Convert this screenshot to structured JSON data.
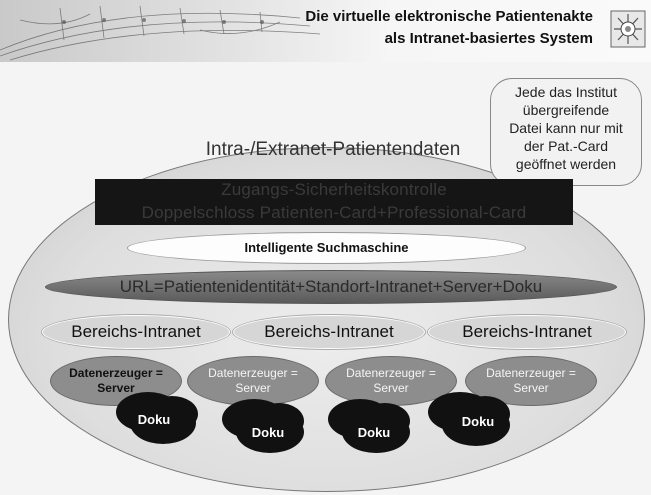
{
  "header": {
    "title_line1": "Die virtuelle elektronische Patientenakte",
    "title_line2": "als Intranet-basiertes System"
  },
  "callout": {
    "lines": [
      "Jede das  Institut",
      "übergreifende",
      "Datei kann nur mit",
      "der Pat.-Card",
      "geöffnet werden"
    ]
  },
  "diagram": {
    "patientendaten": "Intra-/Extranet-Patientendaten",
    "security_line1": "Zugangs-Sicherheitskontrolle",
    "security_line2": "Doppelschloss Patienten-Card+Professional-Card",
    "search": "Intelligente Suchmaschine",
    "url": "URL=Patientenidentität+Standort-Intranet+Server+Doku",
    "bereiche": [
      "Bereichs-Intranet",
      "Bereichs-Intranet",
      "Bereichs-Intranet"
    ],
    "server_line1": "Datenerzeuger =",
    "server_line2": "Server",
    "doku": [
      "Doku",
      "Doku",
      "Doku",
      "Doku"
    ]
  },
  "colors": {
    "background": "#f4f4f4",
    "security_box": "#151515",
    "url_ellipse": "#6e6e6e",
    "server": "#8d8d8d",
    "doku": "#111111"
  },
  "icons": [
    "logo-seal-icon"
  ]
}
